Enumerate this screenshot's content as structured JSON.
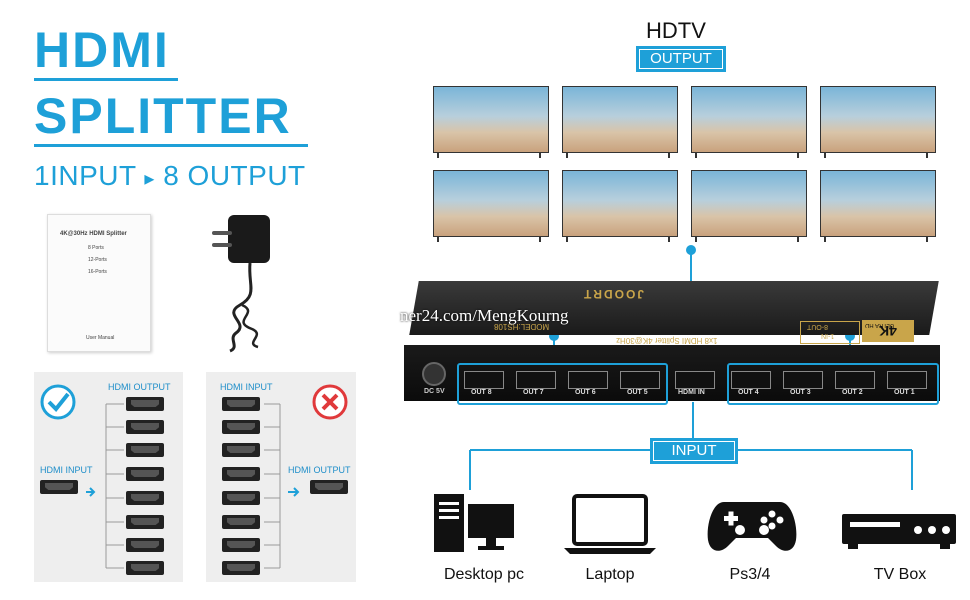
{
  "heading": {
    "line1": "HDMI",
    "line2": "SPLITTER",
    "subtitle_in": "1INPUT",
    "subtitle_arrow": "▸",
    "subtitle_out": "8 OUTPUT"
  },
  "manual": {
    "title": "4K@30Hz HDMI Splitter",
    "lines": [
      "8 Ports",
      "12-Ports",
      "16-Ports"
    ],
    "footer": "User Manual"
  },
  "diagram_ok": {
    "input_label": "HDMI INPUT",
    "output_label": "HDMI OUTPUT",
    "icon": "check-circle-icon"
  },
  "diagram_bad": {
    "input_label": "HDMI INPUT",
    "output_label": "HDMI OUTPUT",
    "icon": "x-circle-icon"
  },
  "tv_section": {
    "title": "HDTV",
    "tag": "OUTPUT"
  },
  "device": {
    "brand": "JOODRT",
    "model": "MODEL:HS108",
    "desc": "1x8 HDMI Splitter 4K@30Hz",
    "badge_4k": "4K",
    "badge_ultra": "ULTRA HD",
    "badge_1in": "1-IN",
    "badge_8out": "8-OUT",
    "watermark": "ner24.com/MengKourng",
    "dc": "DC 5V",
    "hdmi_in": "HDMI IN",
    "outputs_left": [
      "OUT 8",
      "OUT 7",
      "OUT 6",
      "OUT 5"
    ],
    "outputs_right": [
      "OUT 4",
      "OUT 3",
      "OUT 2",
      "OUT 1"
    ]
  },
  "input_tag": "INPUT",
  "sources": [
    {
      "label": "Desktop pc",
      "icon": "desktop-pc-icon"
    },
    {
      "label": "Laptop",
      "icon": "laptop-icon"
    },
    {
      "label": "Ps3/4",
      "icon": "gamepad-icon"
    },
    {
      "label": "TV Box",
      "icon": "tv-box-icon"
    }
  ],
  "colors": {
    "accent": "#1ea0d8",
    "bad": "#e0393b"
  }
}
